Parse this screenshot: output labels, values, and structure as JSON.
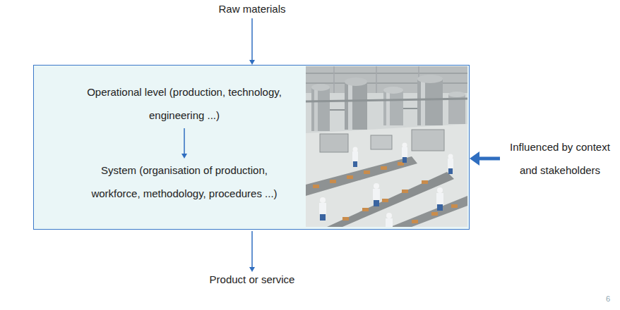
{
  "diagram": {
    "nodes": [
      {
        "text": [
          "Raw materials"
        ]
      },
      {
        "text": []
      },
      {
        "text": [
          "Operational level (production, technology, engineering ...)"
        ],
        "in": 1
      },
      {
        "text": [
          "System (organisation of production, workforce, methodology, procedures ...)"
        ],
        "in": 1
      },
      {
        "text": [
          "Influenced by context and stakeholders"
        ]
      },
      {
        "text": [
          "Product or service"
        ]
      }
    ],
    "edges": [
      {
        "from": 0,
        "to": 1,
        "arrow": "to"
      },
      {
        "from": 2,
        "to": 3,
        "arrow": "to"
      },
      {
        "from": 4,
        "to": 1,
        "arrow": "to"
      },
      {
        "from": 1,
        "to": 5,
        "arrow": "to"
      }
    ],
    "labels": [
      "6"
    ]
  }
}
